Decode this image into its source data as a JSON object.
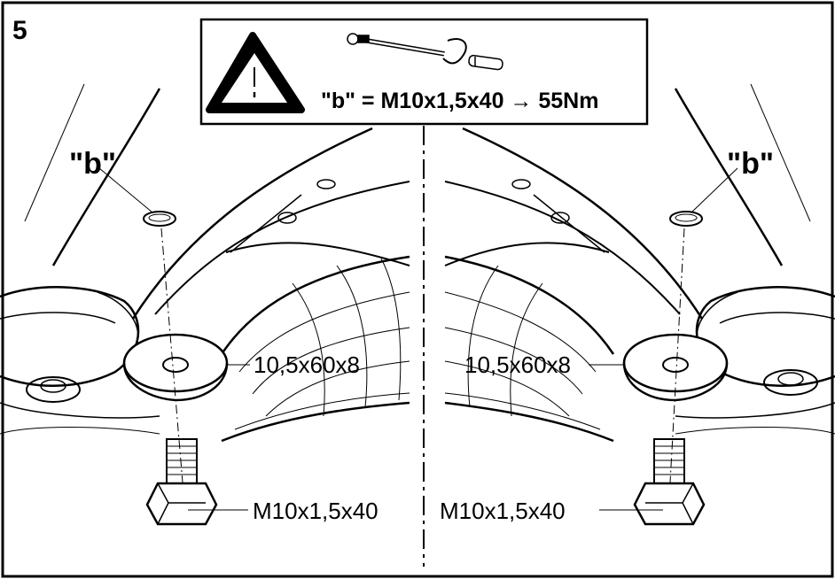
{
  "step_number": "5",
  "warning_box": {
    "icon": "warning-triangle-icon",
    "tool_icon": "torque-wrench-icon",
    "torque_spec": "\"b\" = M10x1,5x40 → 55Nm"
  },
  "left": {
    "callout": "\"b\"",
    "washer_label": "10,5x60x8",
    "bolt_label": "M10x1,5x40"
  },
  "right": {
    "callout": "\"b\"",
    "washer_label": "10,5x60x8",
    "bolt_label": "M10x1,5x40"
  }
}
